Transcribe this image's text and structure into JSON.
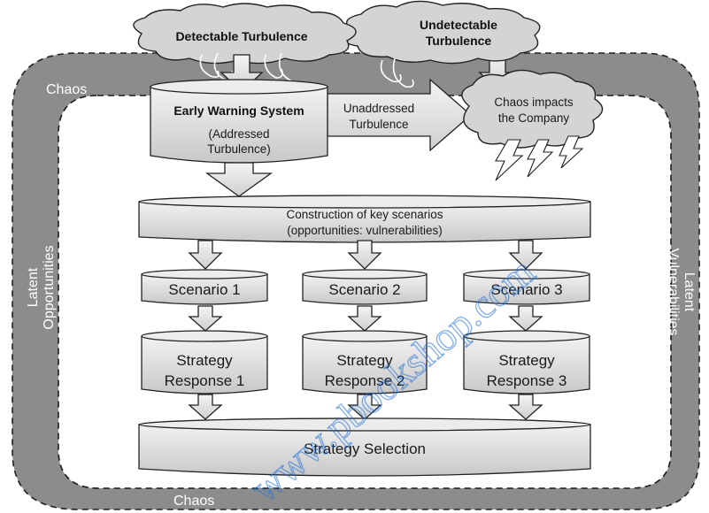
{
  "clouds": {
    "detectable": "Detectable Turbulence",
    "undetectable_line1": "Undetectable",
    "undetectable_line2": "Turbulence",
    "impacts_line1": "Chaos impacts",
    "impacts_line2": "the Company"
  },
  "ring": {
    "chaos_top": "Chaos",
    "chaos_bottom": "Chaos",
    "left_line1": "Latent",
    "left_line2": "Opportunities",
    "right_line1": "Latent",
    "right_line2": "Vulnerabilities"
  },
  "early_warning": {
    "title": "Early Warning System",
    "sub_line1": "(Addressed",
    "sub_line2": "Turbulence)"
  },
  "unaddressed": {
    "line1": "Unaddressed",
    "line2": "Turbulence"
  },
  "construction": {
    "line1": "Construction of key scenarios",
    "line2": "(opportunities: vulnerabilities)"
  },
  "scenarios": [
    {
      "label": "Scenario 1"
    },
    {
      "label": "Scenario 2"
    },
    {
      "label": "Scenario 3"
    }
  ],
  "responses": [
    {
      "line1": "Strategy",
      "line2": "Response 1"
    },
    {
      "line1": "Strategy",
      "line2": "Response 2"
    },
    {
      "line1": "Strategy",
      "line2": "Response 3"
    }
  ],
  "selection": {
    "label": "Strategy Selection"
  },
  "watermark": "www.pbookshop.com",
  "colors": {
    "ring": "#8c8c8c",
    "box": "#d9d9d9",
    "cloud": "#d4d4d4"
  }
}
